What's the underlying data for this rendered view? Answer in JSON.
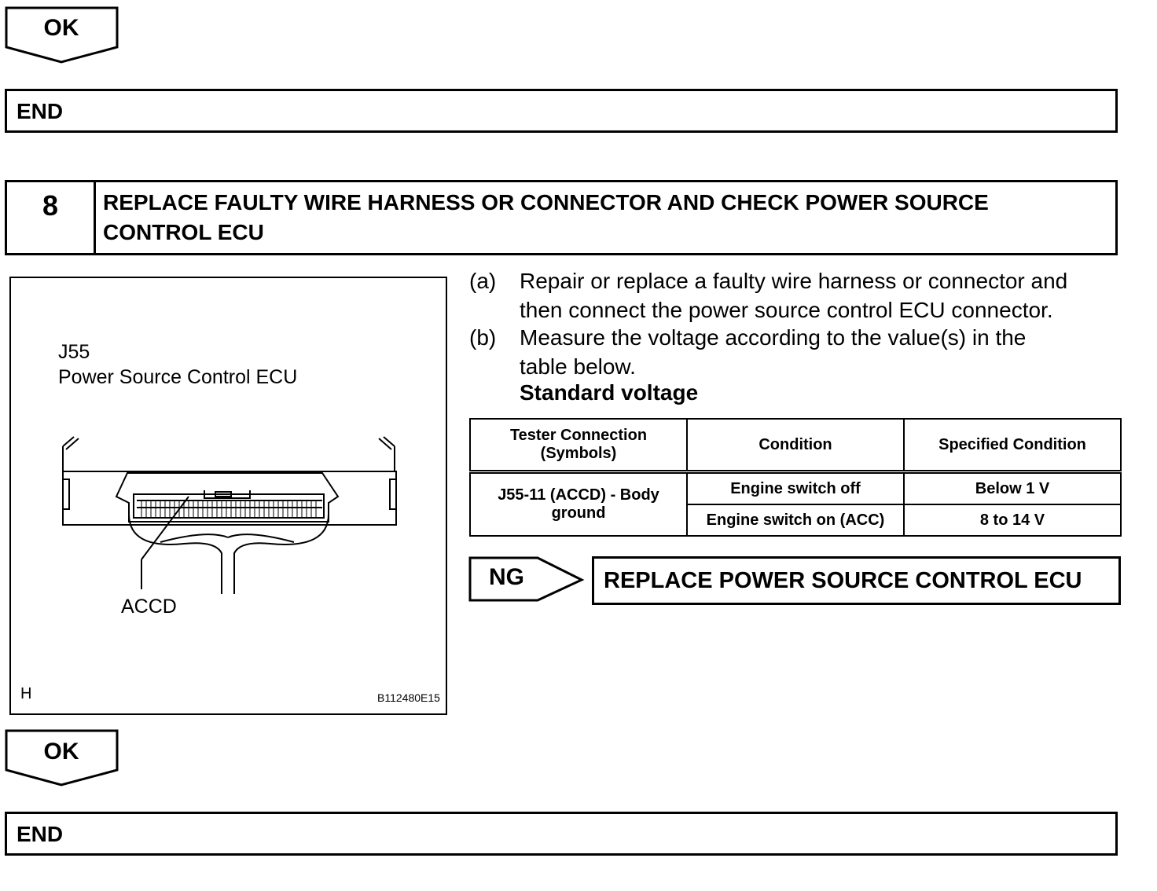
{
  "top": {
    "ok_label": "OK",
    "end_label": "END"
  },
  "step": {
    "number": "8",
    "title_line1": "REPLACE FAULTY WIRE HARNESS OR CONNECTOR AND CHECK POWER SOURCE",
    "title_line2": "CONTROL ECU"
  },
  "figure": {
    "connector_id": "J55",
    "component_name": "Power Source Control ECU",
    "terminal_label": "ACCD",
    "corner_letter": "H",
    "figure_code": "B112480E15"
  },
  "instructions": [
    {
      "label": "(a)",
      "line1": "Repair or replace a faulty wire harness or connector and",
      "line2": "then connect the power source control ECU connector."
    },
    {
      "label": "(b)",
      "line1": "Measure the voltage according to the value(s) in the",
      "line2": "table below."
    }
  ],
  "standard_heading": "Standard voltage",
  "table": {
    "headers": [
      "Tester Connection (Symbols)",
      "Condition",
      "Specified Condition"
    ],
    "header_col1_line1": "Tester Connection",
    "header_col1_line2": "(Symbols)",
    "connection_line1": "J55-11 (ACCD) - Body",
    "connection_line2": "ground",
    "rows": [
      {
        "condition": "Engine switch off",
        "specified": "Below 1 V"
      },
      {
        "condition": "Engine switch on (ACC)",
        "specified": "8 to 14 V"
      }
    ]
  },
  "ng": {
    "label": "NG",
    "result": "REPLACE POWER SOURCE CONTROL ECU"
  },
  "bottom": {
    "ok_label": "OK",
    "end_label": "END"
  }
}
